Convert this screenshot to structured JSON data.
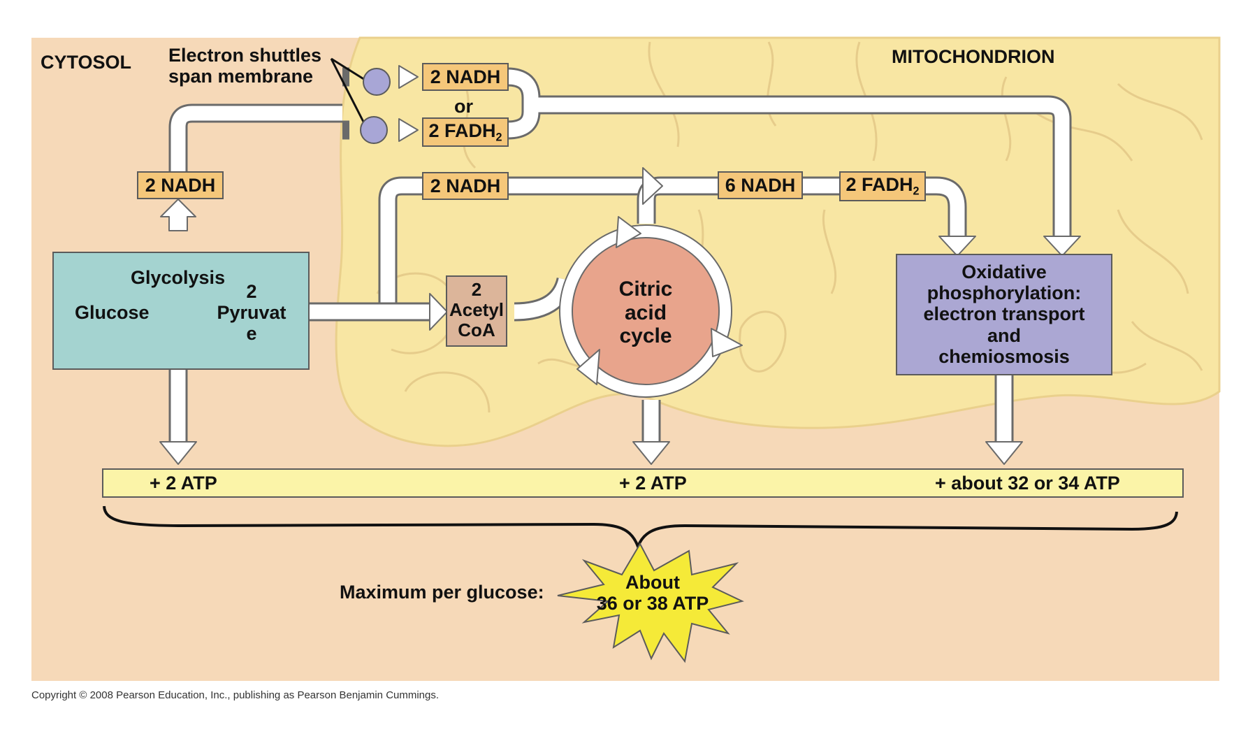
{
  "regions": {
    "cytosol": "CYTOSOL",
    "mitochondrion": "MITOCHONDRION"
  },
  "shuttle": {
    "label_line1": "Electron shuttles",
    "label_line2": "span membrane",
    "nadh": "2 NADH",
    "or": "or",
    "fadh_base": "2 FADH",
    "fadh_sub": "2"
  },
  "glycolysis": {
    "nadh": "2 NADH",
    "title": "Glycolysis",
    "glucose": "Glucose",
    "pyruvate_line1": "2",
    "pyruvate_line2": "Pyruvat",
    "pyruvate_line3": "e",
    "atp": "+ 2 ATP"
  },
  "pyruvate_oxidation": {
    "nadh": "2 NADH",
    "acetyl_line1": "2",
    "acetyl_line2": "Acetyl",
    "acetyl_line3": "CoA"
  },
  "citric_acid_cycle": {
    "line1": "Citric",
    "line2": "acid",
    "line3": "cycle",
    "nadh": "6 NADH",
    "fadh_base": "2 FADH",
    "fadh_sub": "2",
    "atp": "+ 2 ATP"
  },
  "oxidative_phosphorylation": {
    "line1": "Oxidative",
    "line2": "phosphorylation:",
    "line3": "electron transport",
    "line4": "and",
    "line5": "chemiosmosis",
    "atp": "+ about 32 or 34 ATP"
  },
  "maximum": {
    "label": "Maximum per glucose:",
    "line1": "About",
    "line2": "36 or 38 ATP"
  },
  "copyright": "Copyright © 2008 Pearson Education, Inc., publishing as Pearson Benjamin Cummings.",
  "colors": {
    "cytosol": "#f6d9b8",
    "mitochondrion": "#f8e6a3",
    "cristae_line": "#e3c98a",
    "glycolysis_box": "#a4d3d0",
    "carrier_box": "#f5c77a",
    "acetyl_box": "#dcb59a",
    "citric_circle": "#e8a48c",
    "oxphos_box": "#aba7d3",
    "atp_bar": "#fbf4a8",
    "burst": "#f5ea38",
    "shuttle_dot": "#a8a6d6"
  }
}
